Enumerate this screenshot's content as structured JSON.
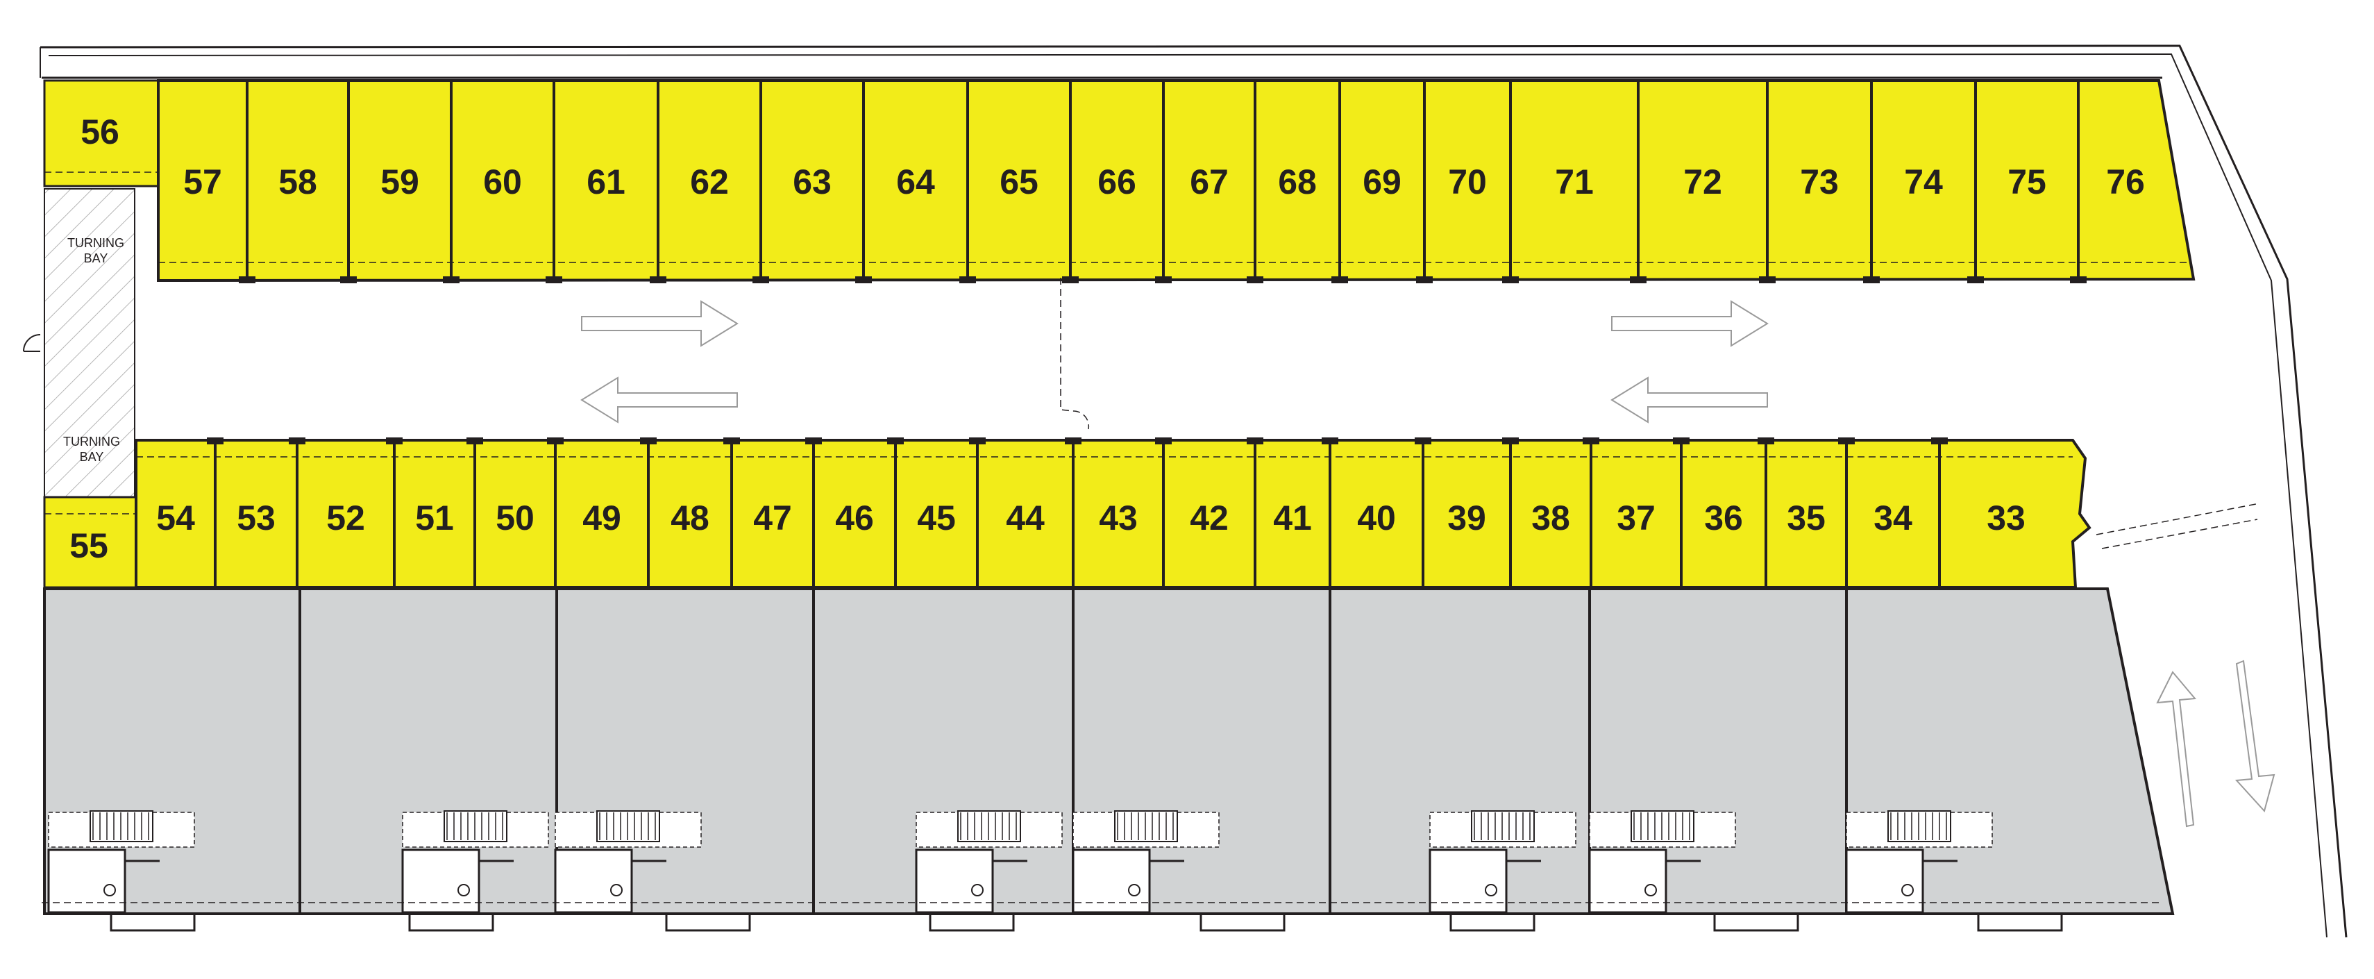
{
  "plan": {
    "top_row_units": [
      {
        "label": "57"
      },
      {
        "label": "58"
      },
      {
        "label": "59"
      },
      {
        "label": "60"
      },
      {
        "label": "61"
      },
      {
        "label": "62"
      },
      {
        "label": "63"
      },
      {
        "label": "64"
      },
      {
        "label": "65"
      },
      {
        "label": "66"
      },
      {
        "label": "67"
      },
      {
        "label": "68"
      },
      {
        "label": "69"
      },
      {
        "label": "70"
      },
      {
        "label": "71"
      },
      {
        "label": "72"
      },
      {
        "label": "73"
      },
      {
        "label": "74"
      },
      {
        "label": "75"
      },
      {
        "label": "76"
      }
    ],
    "unit_56": {
      "label": "56"
    },
    "unit_55": {
      "label": "55"
    },
    "bottom_row_units": [
      {
        "label": "54"
      },
      {
        "label": "53"
      },
      {
        "label": "52"
      },
      {
        "label": "51"
      },
      {
        "label": "50"
      },
      {
        "label": "49"
      },
      {
        "label": "48"
      },
      {
        "label": "47"
      },
      {
        "label": "46"
      },
      {
        "label": "45"
      },
      {
        "label": "44"
      },
      {
        "label": "43"
      },
      {
        "label": "42"
      },
      {
        "label": "41"
      },
      {
        "label": "40"
      },
      {
        "label": "39"
      },
      {
        "label": "38"
      },
      {
        "label": "37"
      },
      {
        "label": "36"
      },
      {
        "label": "35"
      },
      {
        "label": "34"
      },
      {
        "label": "33"
      }
    ],
    "turning_bays": [
      {
        "line1": "TURNING",
        "line2": "BAY"
      },
      {
        "line1": "TURNING",
        "line2": "BAY"
      }
    ],
    "colors": {
      "storage_unit": "#f2ec19",
      "warehouse_unit": "#d1d3d4",
      "lines": "#231f20"
    }
  }
}
